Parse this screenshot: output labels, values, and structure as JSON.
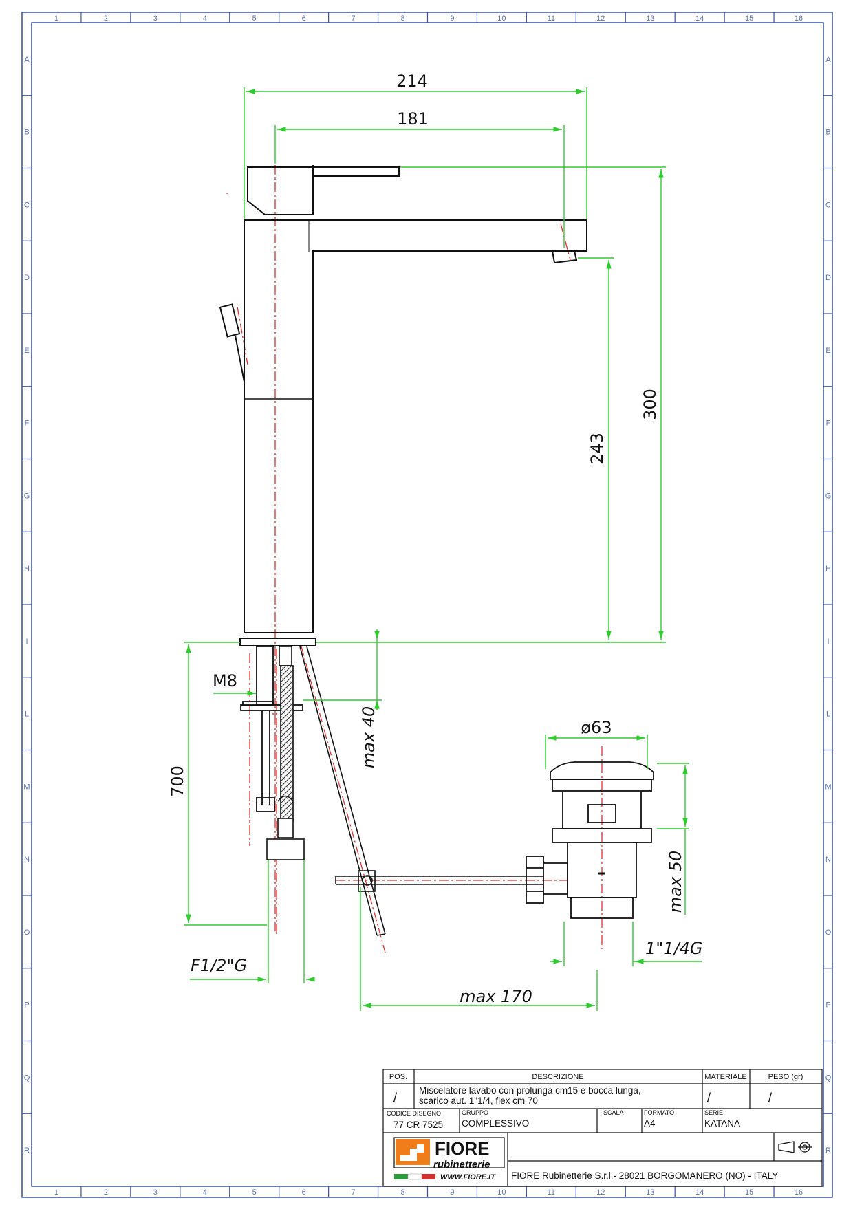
{
  "grid": {
    "columns": [
      "1",
      "2",
      "3",
      "4",
      "5",
      "6",
      "7",
      "8",
      "9",
      "10",
      "11",
      "12",
      "13",
      "14",
      "15",
      "16"
    ],
    "rows": [
      "A",
      "B",
      "C",
      "D",
      "E",
      "F",
      "G",
      "H",
      "I",
      "L",
      "M",
      "N",
      "O",
      "P",
      "Q",
      "R"
    ]
  },
  "dimensions": {
    "d214": "214",
    "d181": "181",
    "d300": "300",
    "d243": "243",
    "d700": "700",
    "m8": "M8",
    "max40": "max 40",
    "phi63": "ø63",
    "max50": "max 50",
    "thread_drain": "1\"1/4G",
    "thread_inlet": "F1/2\"G",
    "max170": "max 170"
  },
  "title_block": {
    "pos_header": "POS.",
    "pos_value": "/",
    "desc_header": "DESCRIZIONE",
    "desc_line1": "Miscelatore lavabo con prolunga cm15 e bocca lunga,",
    "desc_line2": "scarico aut. 1\"1/4, flex cm 70",
    "material_header": "MATERIALE",
    "material_value": "/",
    "weight_header": "PESO (gr)",
    "weight_value": "/",
    "code_header": "CODICE DISEGNO",
    "code_value": "77 CR 7525",
    "group_header": "GRUPPO",
    "group_value": "COMPLESSIVO",
    "scale_header": "SCALA",
    "scale_value": "",
    "format_header": "FORMATO",
    "format_value": "A4",
    "series_header": "SERIE",
    "series_value": "KATANA",
    "logo_line1": "FIORE",
    "logo_line2": "rubinetterie",
    "logo_url": "WWW.FIORE.IT",
    "company": "FIORE Rubinetterie S.r.l.- 28021 BORGOMANERO (NO) - ITALY"
  },
  "colors": {
    "grid_frame": "#3a4fa0",
    "dimension_lines": "#2ecc2e",
    "center_lines": "#e03030",
    "outline": "#111111",
    "logo_orange": "#f07d1a"
  }
}
